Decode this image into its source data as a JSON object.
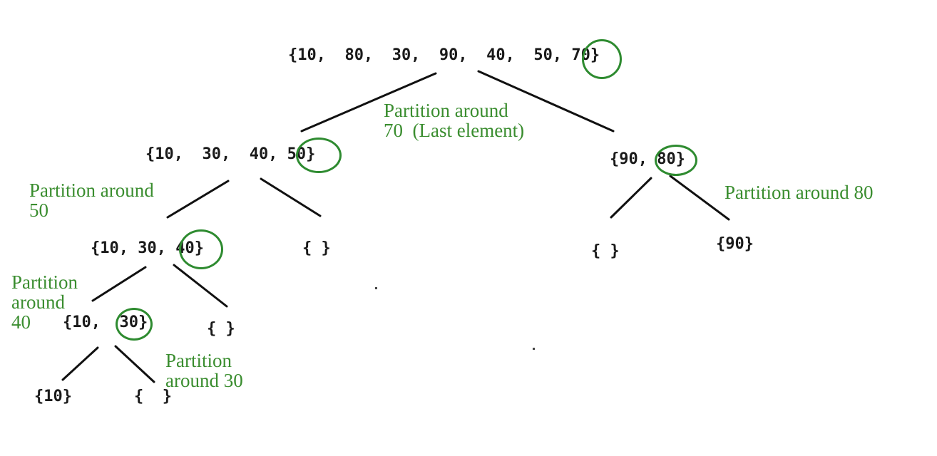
{
  "colors": {
    "label": "#3a8d2f",
    "pivot_circle": "#2e8b30",
    "node_text": "#1a1a1a",
    "edge": "#111111"
  },
  "nodes": {
    "root": "{10,  80,  30,  90,  40,  50, 70}",
    "left_l1": "{10,  30,  40, 50}",
    "right_l1": "{90, 80}",
    "left_l2": "{10, 30, 40}",
    "empty_l2a": "{ }",
    "empty_l2b": "{ }",
    "single_90": "{90}",
    "left_l3": "{10,  30}",
    "empty_l3": "{ }",
    "single_10": "{10}",
    "empty_l4": "{  }"
  },
  "labels": {
    "root_partition": "Partition around\n70  (Last element)",
    "left_partition_50": "Partition around\n50",
    "right_partition_80": "Partition around 80",
    "partition_40": "Partition\naround\n40",
    "partition_30": "Partition\naround 30"
  }
}
